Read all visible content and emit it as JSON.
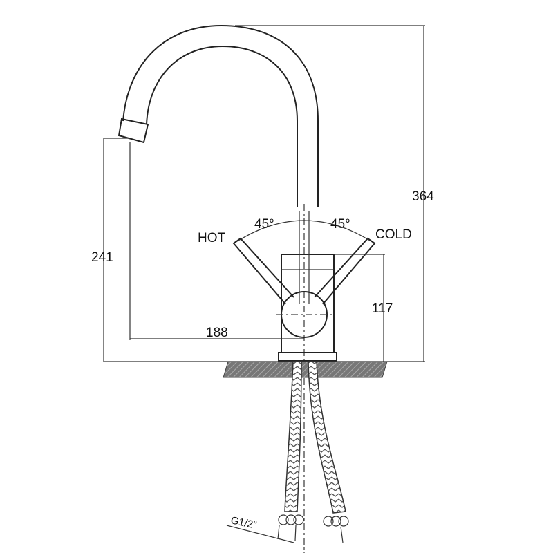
{
  "drawing": {
    "dimensions": {
      "total_height": "364",
      "spout_height": "241",
      "spout_reach": "188",
      "body_height": "117"
    },
    "handle": {
      "hot_label": "HOT",
      "cold_label": "COLD",
      "hot_angle": "45°",
      "cold_angle": "45°"
    },
    "connection": "G1/2\""
  }
}
